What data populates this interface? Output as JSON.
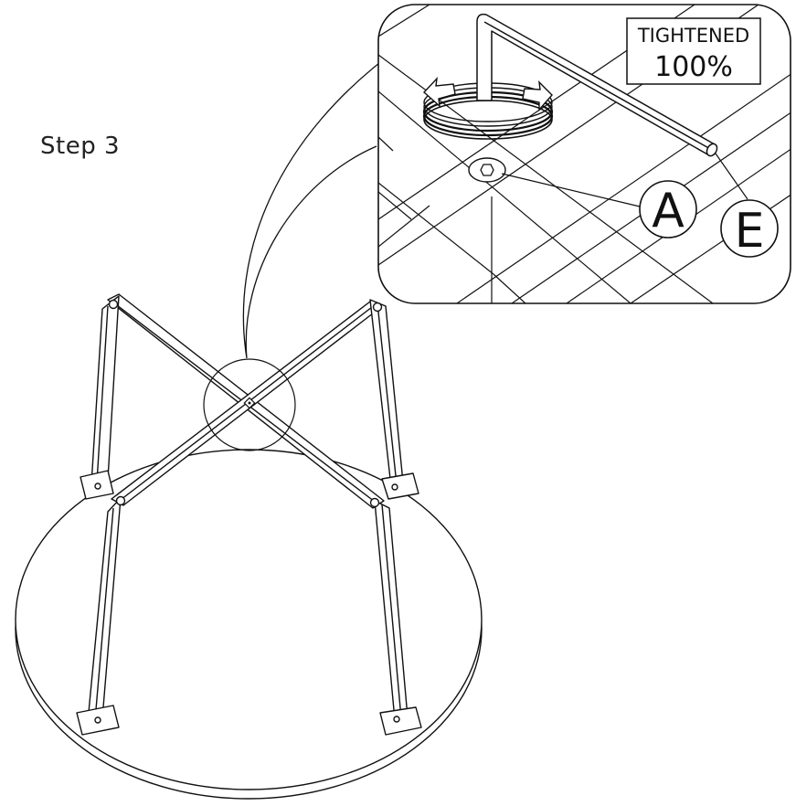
{
  "step": {
    "label": "Step 3"
  },
  "detail": {
    "status_title": "TIGHTENED",
    "status_value": "100%",
    "callout_bolt": "A",
    "callout_wrench": "E"
  }
}
